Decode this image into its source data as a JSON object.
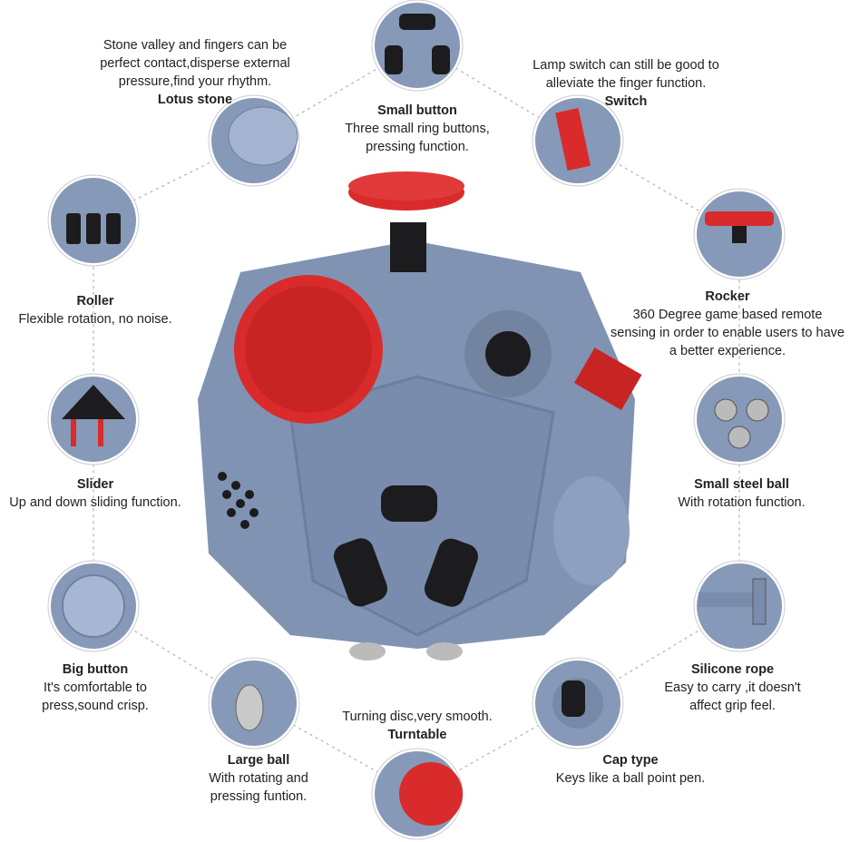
{
  "colors": {
    "body": "#8193b3",
    "red": "#d92b2b",
    "black": "#1c1c1e",
    "line": "#b0b0b0"
  },
  "features": [
    {
      "id": "lotus-stone",
      "title": "Lotus stone",
      "desc": "Stone valley and fingers can be perfect contact,disperse external pressure,find your rhythm.",
      "icon": "lotus-stone-icon"
    },
    {
      "id": "small-button",
      "title": "Small button",
      "desc": "Three small ring buttons, pressing function.",
      "icon": "small-button-icon"
    },
    {
      "id": "switch",
      "title": "Switch",
      "desc": "Lamp switch can still be good to alleviate the finger function.",
      "icon": "switch-icon"
    },
    {
      "id": "roller",
      "title": "Roller",
      "desc": "Flexible rotation, no noise.",
      "icon": "roller-icon"
    },
    {
      "id": "rocker",
      "title": "Rocker",
      "desc": "360 Degree game based remote sensing in order to enable users to have a better experience.",
      "icon": "rocker-icon"
    },
    {
      "id": "slider",
      "title": "Slider",
      "desc": "Up and down sliding function.",
      "icon": "slider-icon"
    },
    {
      "id": "small-steel-ball",
      "title": "Small steel ball",
      "desc": "With rotation function.",
      "icon": "steel-ball-icon"
    },
    {
      "id": "big-button",
      "title": "Big button",
      "desc": "It's comfortable to press,sound crisp.",
      "icon": "big-button-icon"
    },
    {
      "id": "silicone-rope",
      "title": "Silicone rope",
      "desc": "Easy to carry ,it doesn't affect grip feel.",
      "icon": "silicone-rope-icon"
    },
    {
      "id": "large-ball",
      "title": "Large ball",
      "desc": "With rotating and pressing funtion.",
      "icon": "large-ball-icon"
    },
    {
      "id": "turntable",
      "title": "Turntable",
      "desc": "Turning disc,very smooth.",
      "icon": "turntable-icon"
    },
    {
      "id": "cap-type",
      "title": "Cap type",
      "desc": "Keys like a ball point pen.",
      "icon": "cap-type-icon"
    }
  ]
}
